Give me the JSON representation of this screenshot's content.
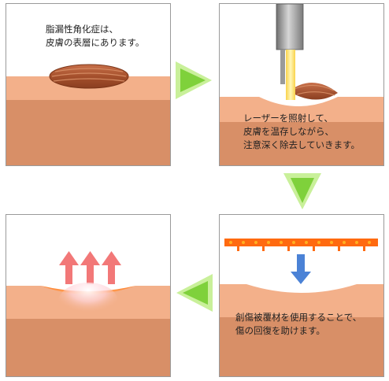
{
  "colors": {
    "skin_upper": "#f3b08a",
    "skin_lower": "#d88f67",
    "lesion": "#a5502c",
    "laser_beam": "#f6e27a",
    "heat_glow": "#ff8a3a",
    "dressing": "#ff6a10",
    "arrow_green": "#8ed84a",
    "arrow_blue": "#4b82d6",
    "arrow_red": "#f27878"
  },
  "icons": {
    "step_arrow": "green-triangle-arrow-icon",
    "press_arrow": "blue-down-arrow-icon",
    "heal_arrows": "red-up-arrow-icon"
  },
  "panels": [
    {
      "caption_lines": [
        "脂漏性角化症は、",
        "皮膚の表層にあります。"
      ]
    },
    {
      "caption_lines": [
        "レーザーを照射して、",
        "皮膚を温存しながら、",
        "注意深く除去していきます。"
      ]
    },
    {
      "caption_lines": [
        "創傷被覆材を使用することで、",
        "傷の回復を助けます。"
      ]
    },
    {
      "caption_lines": []
    }
  ]
}
